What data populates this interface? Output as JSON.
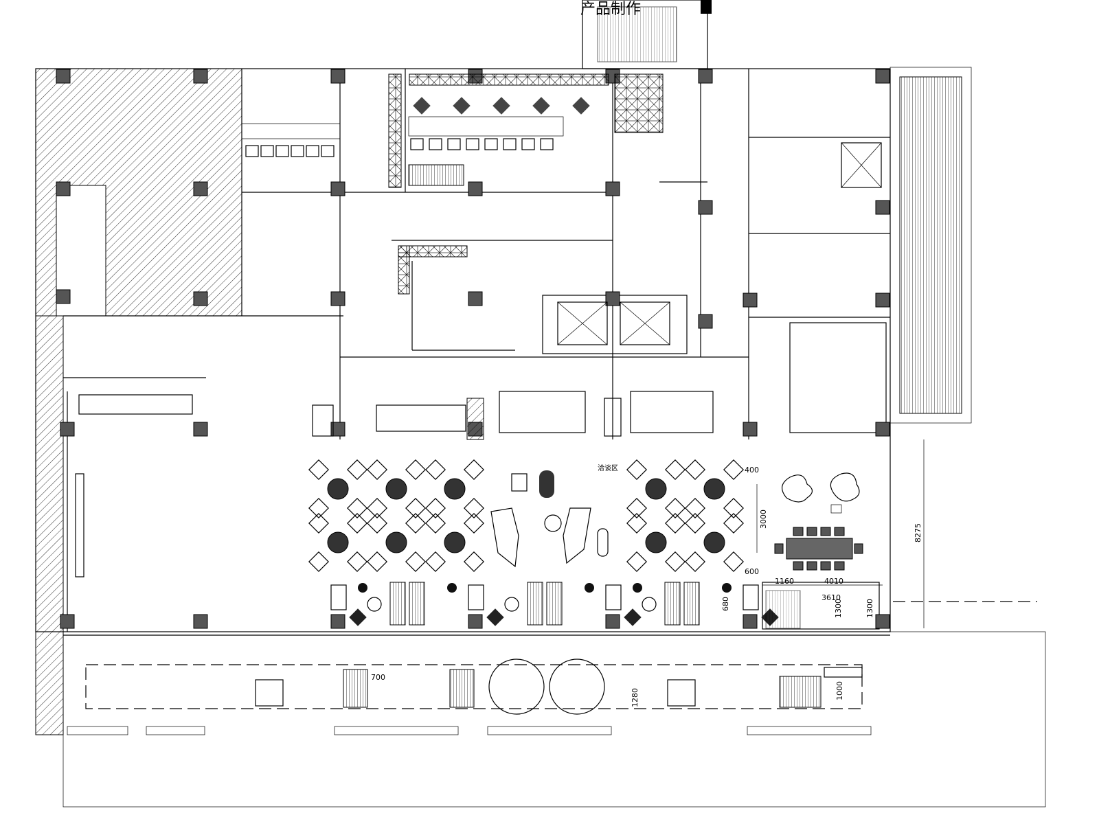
{
  "plan": {
    "title": "产品制作",
    "zones": {
      "negotiation_area": "洽谈区"
    },
    "dimensions": {
      "d400": "400",
      "d3000": "3000",
      "d600": "600",
      "d1160": "1160",
      "d4010": "4010",
      "d3610": "3610",
      "d1300a": "1300",
      "d1300b": "1300",
      "d8275": "8275",
      "d1280": "1280",
      "d680": "680",
      "d700": "700",
      "d1000": "1000"
    }
  }
}
